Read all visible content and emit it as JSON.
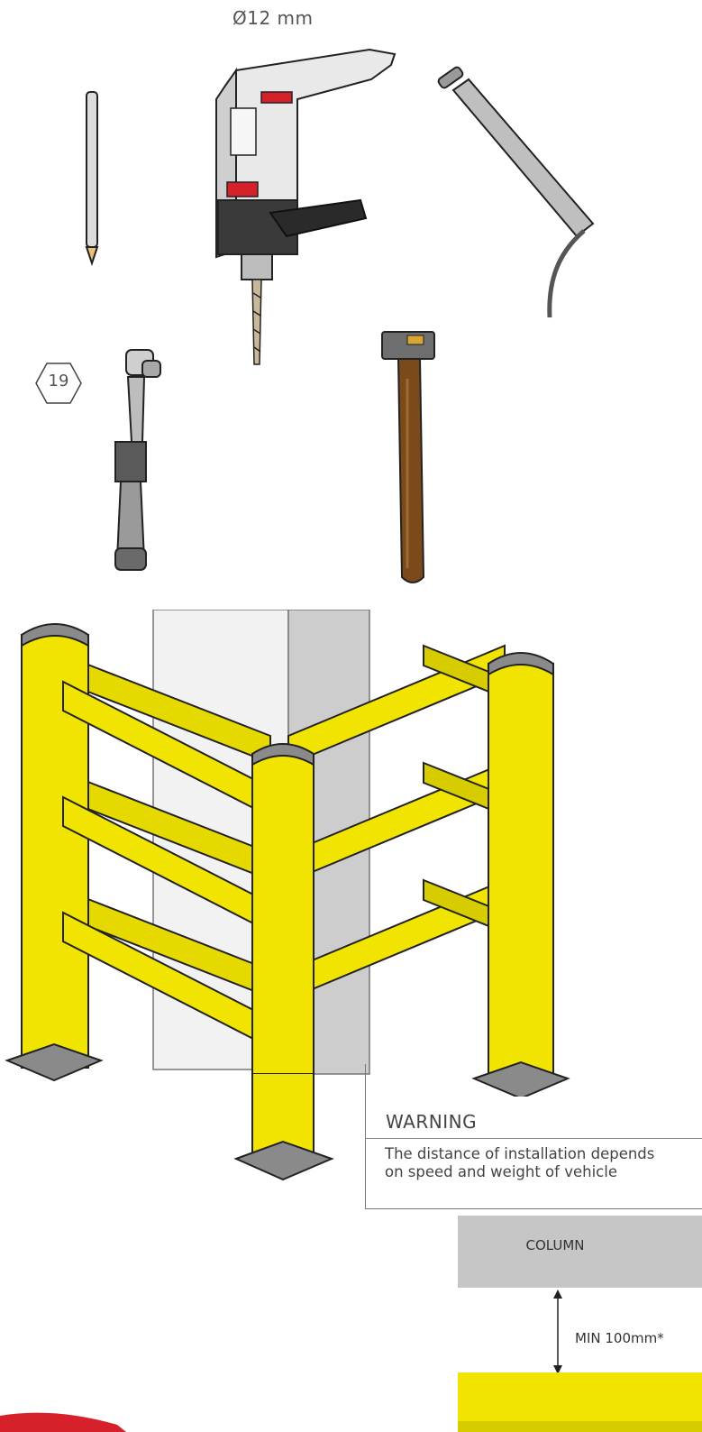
{
  "tools": {
    "drill_bit_label": "Ø12 mm",
    "socket_size_label": "19"
  },
  "warning": {
    "title": "WARNING",
    "line1": "The distance of installation depends",
    "line2": "on speed and weight of vehicle"
  },
  "clearance": {
    "column_label": "COLUMN",
    "min_label": "MIN 100mm*"
  },
  "colors": {
    "barrier_yellow": "#f0e400",
    "post_cap_grey": "#8a8a8a",
    "column_grey": "#c6c6c6",
    "hammer_brown": "#7a4a1a",
    "accent_red": "#d6202a"
  },
  "icons": [
    "pencil-icon",
    "drill-icon",
    "grease-gun-icon",
    "torque-wrench-icon",
    "hammer-icon",
    "hex-socket-icon"
  ]
}
